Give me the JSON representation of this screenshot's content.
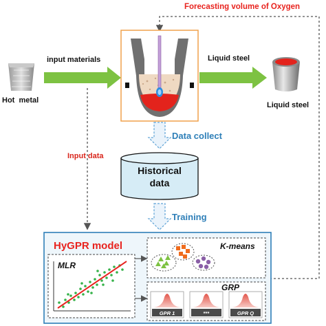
{
  "labels": {
    "forecast": "Forecasting volume of Oxygen",
    "hot_metal": "Hot  metal",
    "input_materials": "input materials",
    "liquid_steel_arrow": "Liquid steel",
    "liquid_steel_ladle": "Liquid steel",
    "data_collect": "Data collect",
    "input_data": "Input data",
    "historical_line1": "Historical",
    "historical_line2": "data",
    "training": "Training"
  },
  "model": {
    "title": "HyGPR model",
    "mlr_label": "MLR",
    "kmeans_label": "K-means",
    "grp_label": "GRP",
    "gpr_labels": [
      "GPR 1",
      "***",
      "GPR Q"
    ]
  },
  "colors": {
    "forecast_red": "#e8231e",
    "input_data_red": "#d9261c",
    "process_blue": "#2e7fb8",
    "model_title_red": "#e8231e",
    "green_arrow": "#7dc242",
    "cylinder_fill": "#d6ecf6",
    "model_border": "#2e7fb8",
    "furnace_border": "#f0a14a"
  }
}
